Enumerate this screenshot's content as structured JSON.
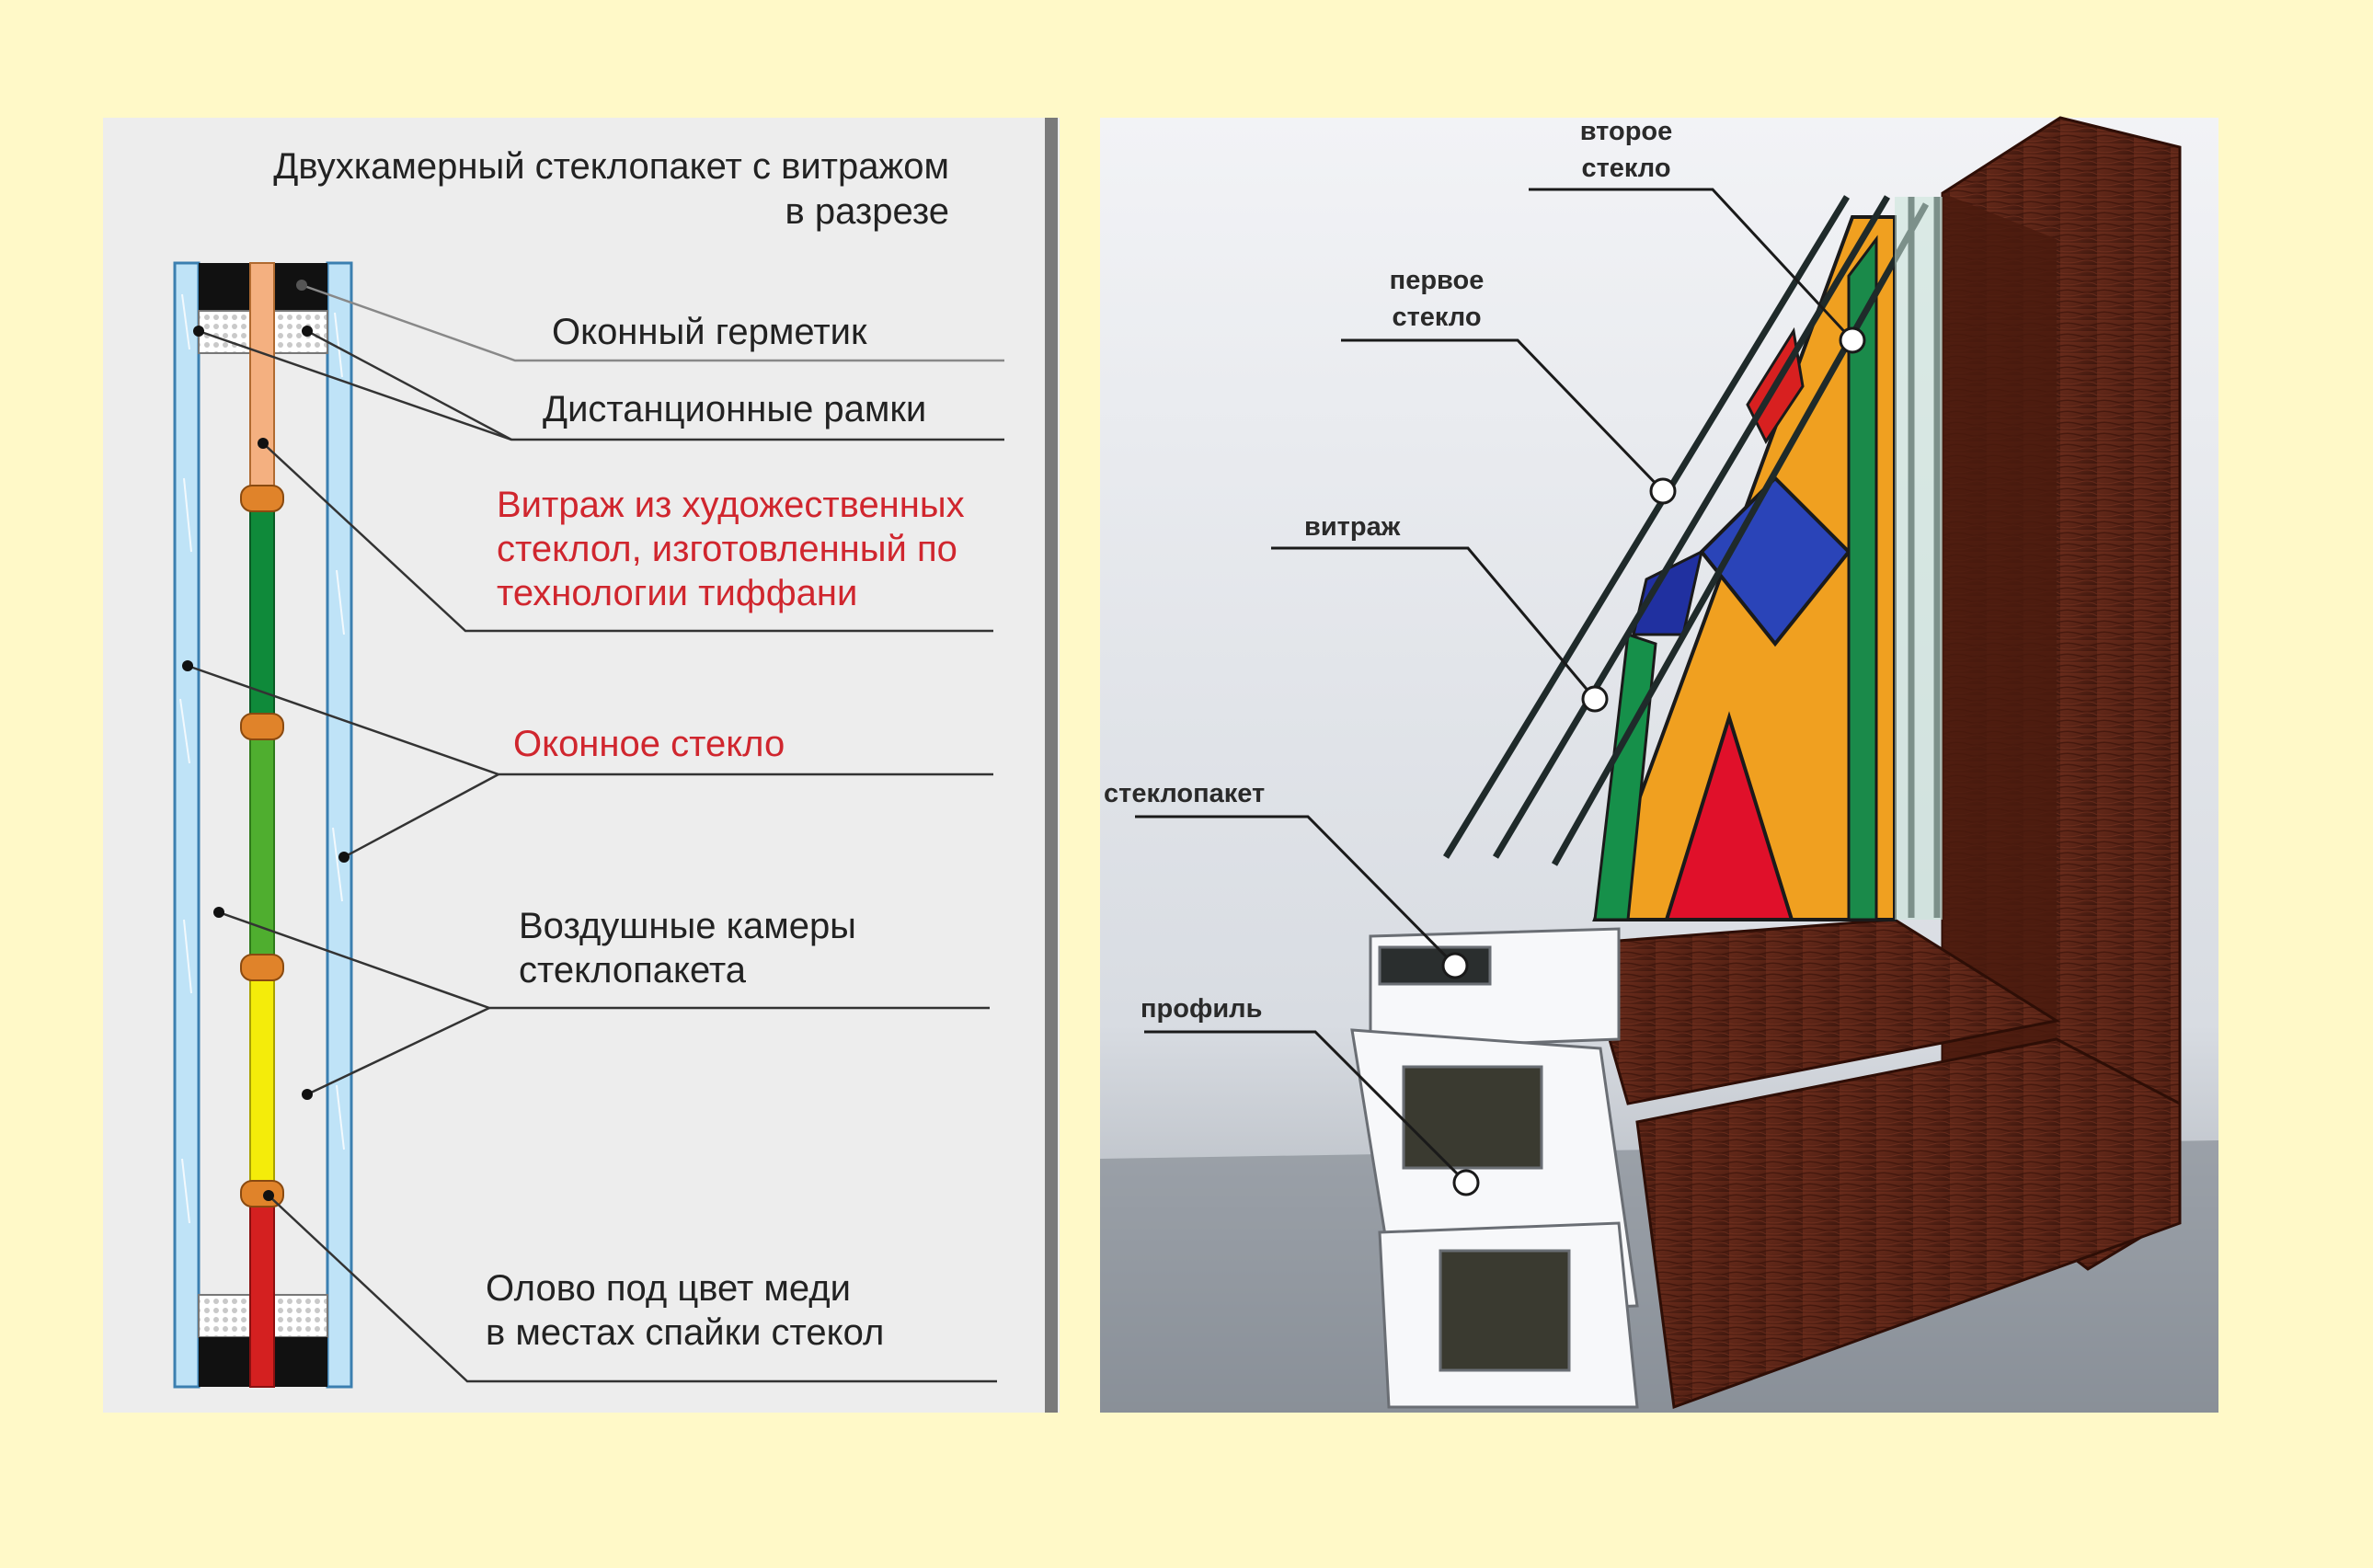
{
  "left_diagram": {
    "title_line1": "Двухкамерный стеклопакет с витражом",
    "title_line2": "в разрезе",
    "labels": {
      "sealant": "Оконный герметик",
      "spacers": "Дистанционные рамки",
      "stained_glass_line1": "Витраж из художественных",
      "stained_glass_line2": "стеклол, изготовленный по",
      "stained_glass_line3": "технологии тиффани",
      "window_glass": "Оконное стекло",
      "air_chambers_line1": "Воздушные камеры",
      "air_chambers_line2": "стеклопакета",
      "tin_line1": "Олово под цвет меди",
      "tin_line2": "в местах спайки стекол"
    },
    "colors": {
      "red_label": "#d0262e",
      "glass": "#bfe3f7",
      "sealant": "#111111"
    },
    "stained_glass_segments": [
      "#f4b080",
      "#0f8a3a",
      "#4fae2f",
      "#f4ec0a",
      "#d42020"
    ]
  },
  "right_photo": {
    "labels": {
      "second_glass_line1": "второе",
      "second_glass_line2": "стекло",
      "first_glass_line1": "первое",
      "first_glass_line2": "стекло",
      "stained_glass": "витраж",
      "glass_unit": "стеклопакет",
      "profile": "профиль"
    }
  }
}
